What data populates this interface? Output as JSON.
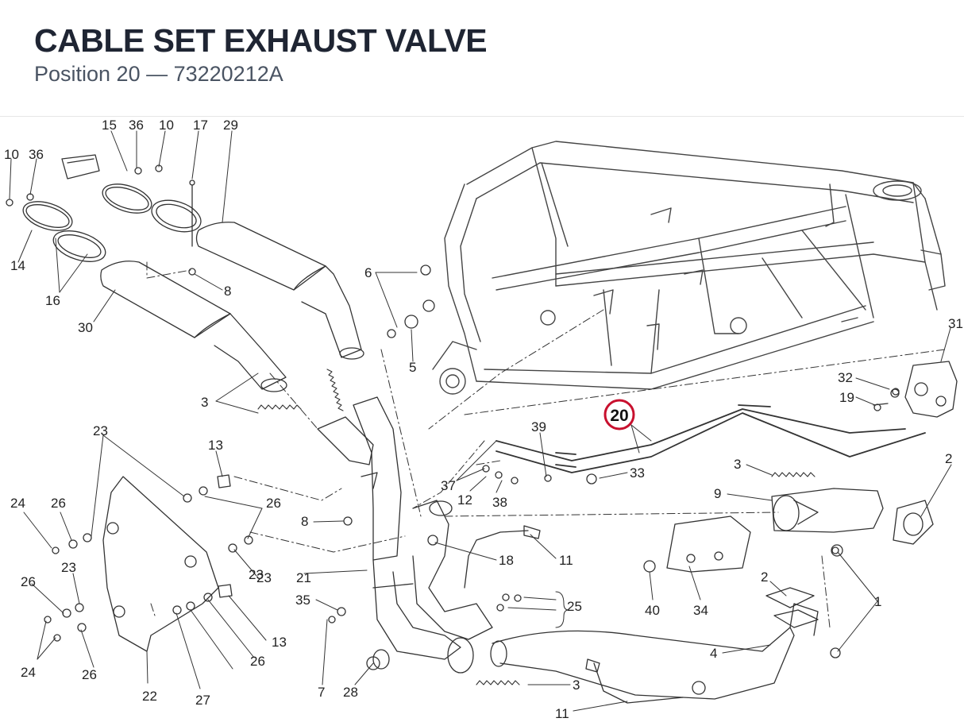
{
  "header": {
    "title": "CABLE SET EXHAUST VALVE",
    "subtitle": "Position 20 — 73220212A"
  },
  "colors": {
    "title": "#1f2533",
    "subtitle": "#4a5463",
    "highlight_ring": "#c8102e",
    "line": "#333333"
  },
  "diagram": {
    "highlight_label": "20",
    "callouts": [
      "15",
      "36",
      "10",
      "17",
      "29",
      "10",
      "36",
      "14",
      "16",
      "8",
      "30",
      "6",
      "5",
      "31",
      "32",
      "19",
      "3",
      "39",
      "37",
      "12",
      "38",
      "33",
      "3",
      "2",
      "9",
      "23",
      "13",
      "24",
      "26",
      "26",
      "8",
      "18",
      "11",
      "23",
      "21",
      "35",
      "1",
      "25",
      "2",
      "4",
      "40",
      "34",
      "26",
      "23",
      "24",
      "26",
      "23",
      "13",
      "26",
      "22",
      "27",
      "7",
      "28",
      "3",
      "11"
    ]
  }
}
